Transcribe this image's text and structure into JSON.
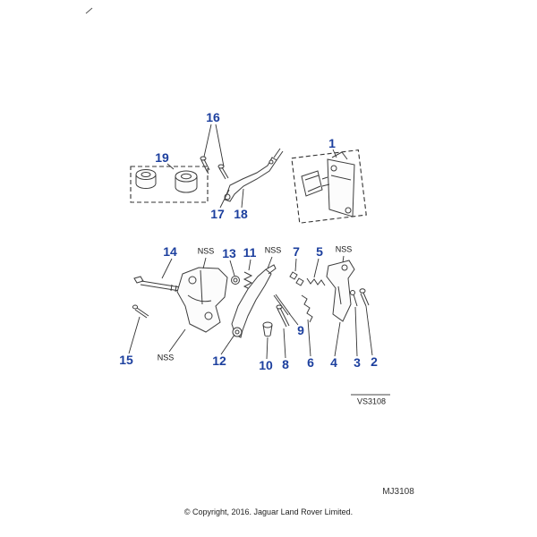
{
  "colors": {
    "callout": "#1c3f9e",
    "line": "#3d3d3d"
  },
  "callouts": {
    "c1": "1",
    "c2": "2",
    "c3": "3",
    "c4": "4",
    "c5": "5",
    "c6": "6",
    "c7": "7",
    "c8": "8",
    "c9": "9",
    "c10": "10",
    "c11": "11",
    "c12": "12",
    "c13": "13",
    "c14": "14",
    "c15": "15",
    "c16": "16",
    "c17": "17",
    "c18": "18",
    "c19": "19"
  },
  "labels": {
    "nss": "NSS"
  },
  "codes": {
    "drawing": "VS3108",
    "sheet": "MJ3108"
  },
  "footer": {
    "copyright": "© Copyright, 2016. Jaguar Land Rover Limited."
  }
}
